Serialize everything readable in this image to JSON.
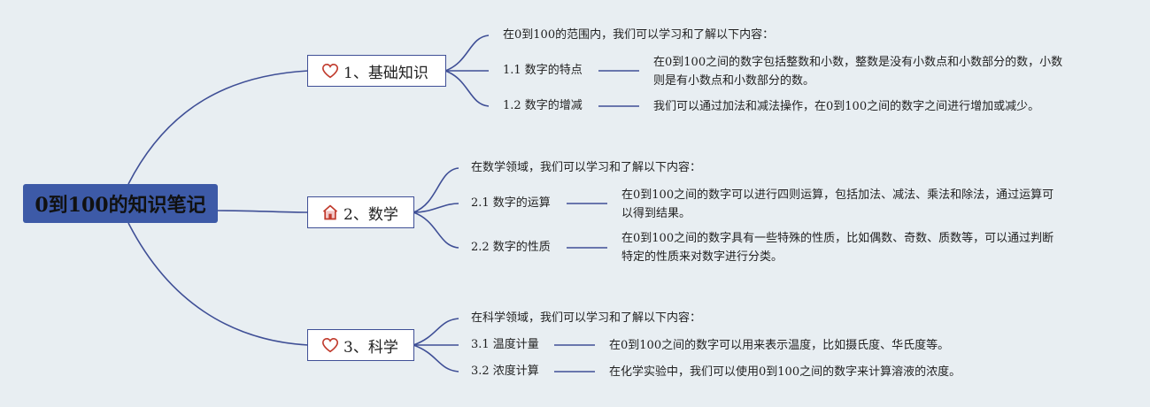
{
  "root": {
    "title": "0到100的知识笔记"
  },
  "branches": [
    {
      "label": "1、基础知识",
      "icon": "heart-icon",
      "intro": "在0到100的范围内，我们可以学习和了解以下内容：",
      "items": [
        {
          "label": "1.1 数字的特点",
          "desc": "在0到100之间的数字包括整数和小数，整数是没有小数点和小数部分的数，小数则是有小数点和小数部分的数。"
        },
        {
          "label": "1.2 数字的增减",
          "desc": "我们可以通过加法和减法操作，在0到100之间的数字之间进行增加或减少。"
        }
      ]
    },
    {
      "label": "2、数学",
      "icon": "house-icon",
      "intro": "在数学领域，我们可以学习和了解以下内容：",
      "items": [
        {
          "label": "2.1 数字的运算",
          "desc": "在0到100之间的数字可以进行四则运算，包括加法、减法、乘法和除法，通过运算可以得到结果。"
        },
        {
          "label": "2.2 数字的性质",
          "desc": "在0到100之间的数字具有一些特殊的性质，比如偶数、奇数、质数等，可以通过判断特定的性质来对数字进行分类。"
        }
      ]
    },
    {
      "label": "3、科学",
      "icon": "heart-icon",
      "intro": "在科学领域，我们可以学习和了解以下内容：",
      "items": [
        {
          "label": "3.1 温度计量",
          "desc": "在0到100之间的数字可以用来表示温度，比如摄氏度、华氏度等。"
        },
        {
          "label": "3.2 浓度计算",
          "desc": "在化学实验中，我们可以使用0到100之间的数字来计算溶液的浓度。"
        }
      ]
    }
  ],
  "colors": {
    "background": "#e8eef2",
    "root_fill": "#3d5aa7",
    "connector": "#3f4f96",
    "heart_icon": "#c0392b",
    "house_icon": "#c0392b"
  }
}
